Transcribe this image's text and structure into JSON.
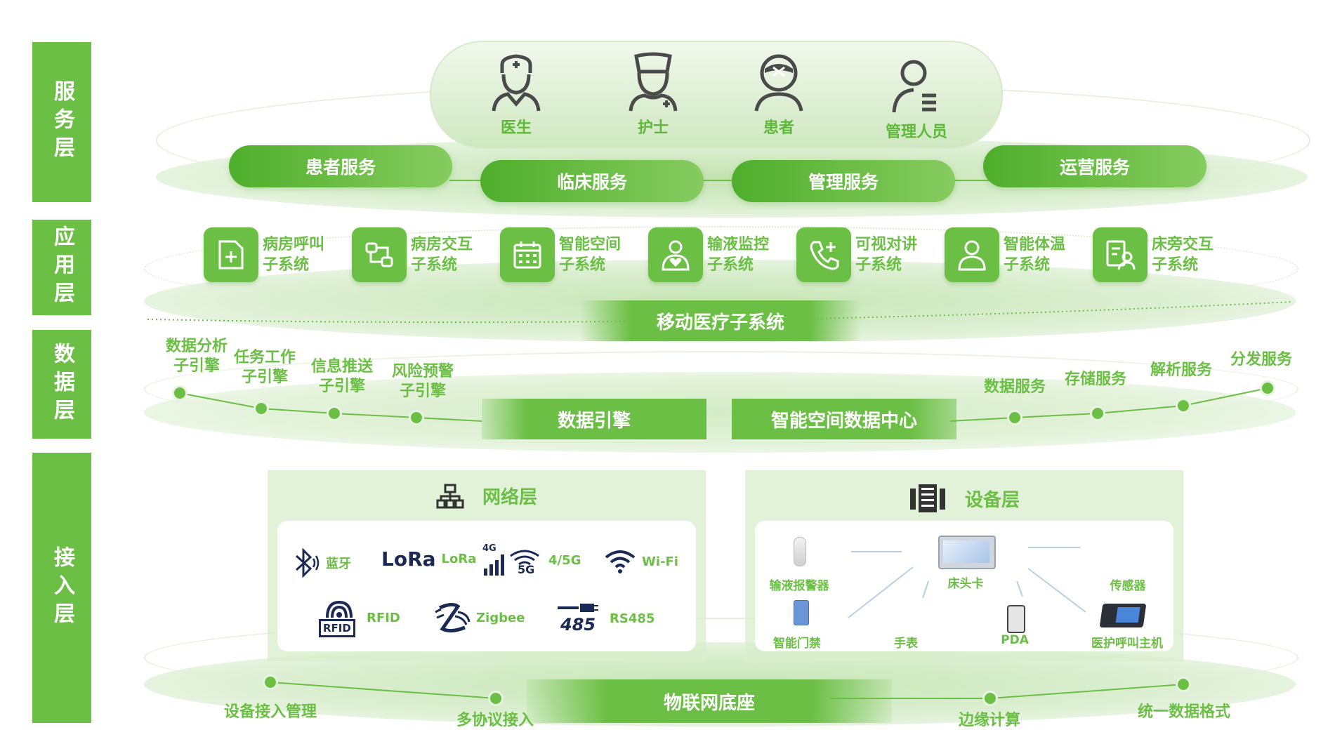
{
  "layers": {
    "service": "服务层",
    "application": "应用层",
    "data": "数据层",
    "access": "接入层"
  },
  "roles": [
    "医生",
    "护士",
    "患者",
    "管理人员"
  ],
  "services": [
    "患者服务",
    "临床服务",
    "管理服务",
    "运营服务"
  ],
  "subsystems": [
    {
      "line1": "病房呼叫",
      "line2": "子系统"
    },
    {
      "line1": "病房交互",
      "line2": "子系统"
    },
    {
      "line1": "智能空间",
      "line2": "子系统"
    },
    {
      "line1": "输液监控",
      "line2": "子系统"
    },
    {
      "line1": "可视对讲",
      "line2": "子系统"
    },
    {
      "line1": "智能体温",
      "line2": "子系统"
    },
    {
      "line1": "床旁交互",
      "line2": "子系统"
    }
  ],
  "mobile_bar": "移动医疗子系统",
  "data_layer": {
    "engines": [
      {
        "line1": "数据分析",
        "line2": "子引擎"
      },
      {
        "line1": "任务工作",
        "line2": "子引擎"
      },
      {
        "line1": "信息推送",
        "line2": "子引擎"
      },
      {
        "line1": "风险预警",
        "line2": "子引擎"
      }
    ],
    "services": [
      "数据服务",
      "存储服务",
      "解析服务",
      "分发服务"
    ],
    "bar_left": "数据引擎",
    "bar_right": "智能空间数据中心"
  },
  "network": {
    "title": "网络层",
    "items": [
      {
        "name": "蓝牙",
        "icon": "bluetooth-icon"
      },
      {
        "name": "LoRa",
        "icon": "lora-icon",
        "logo": "LoRa"
      },
      {
        "name": "4/5G",
        "icon": "cellular-5g-icon",
        "logo_a": "4G",
        "logo_b": "5G"
      },
      {
        "name": "Wi-Fi",
        "icon": "wifi-icon"
      },
      {
        "name": "RFID",
        "icon": "rfid-icon",
        "logo": "RFID"
      },
      {
        "name": "Zigbee",
        "icon": "zigbee-icon"
      },
      {
        "name": "RS485",
        "icon": "rs485-icon",
        "logo": "485"
      }
    ]
  },
  "devices": {
    "title": "设备层",
    "items": [
      "输液报警器",
      "床头卡",
      "传感器",
      "智能门禁",
      "手表",
      "PDA",
      "医护呼叫主机"
    ]
  },
  "iot": {
    "bar": "物联网底座",
    "items": [
      "设备接入管理",
      "多协议接入",
      "边缘计算",
      "统一数据格式"
    ]
  },
  "colors": {
    "primary": "#6cbf45",
    "light": "#d8eecc"
  }
}
